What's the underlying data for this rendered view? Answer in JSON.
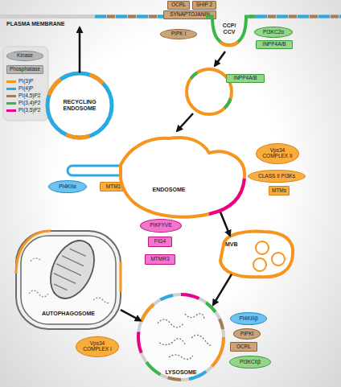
{
  "diagram": {
    "nodes": [
      {
        "text": [
          "PLASMA MEMBRANE"
        ]
      },
      {
        "text": [
          "OCRL"
        ]
      },
      {
        "text": [
          "SHIP 2"
        ]
      },
      {
        "text": [
          "SYNAPTOJANIN"
        ]
      },
      {
        "text": [
          "PIPK I"
        ]
      },
      {
        "text": [
          "PI3KC2α"
        ]
      },
      {
        "text": [
          "INPP4A/B"
        ]
      },
      {
        "text": [
          "CCP/ CCV"
        ]
      },
      {
        "text": [
          "RECYCLING ENDOSOME"
        ]
      },
      {
        "text": [
          "INPP4A/B"
        ]
      },
      {
        "text": [
          "PI4KIIα"
        ]
      },
      {
        "text": [
          "MTM1"
        ]
      },
      {
        "text": [
          "ENDOSOME"
        ]
      },
      {
        "text": [
          "Vps34 COMPLEX II"
        ]
      },
      {
        "text": [
          "CLASS II PI3Ks"
        ]
      },
      {
        "text": [
          "MTMs"
        ]
      },
      {
        "text": [
          "PIKFYVE"
        ]
      },
      {
        "text": [
          "FIG4"
        ]
      },
      {
        "text": [
          "MTMR3"
        ]
      },
      {
        "text": [
          "MVB"
        ]
      },
      {
        "text": [
          "AUTOPHAGOSOME"
        ]
      },
      {
        "text": [
          "Vps34 COMPLEX I"
        ]
      },
      {
        "text": [
          "LYSOSOME"
        ]
      },
      {
        "text": [
          "PI4KIIIβ"
        ]
      },
      {
        "text": [
          "PIPKI"
        ]
      },
      {
        "text": [
          "OCRL"
        ]
      },
      {
        "text": [
          "PI3KCIIβ"
        ]
      }
    ],
    "edges": [
      {
        "from": 8,
        "to": 0,
        "arrow": "to"
      },
      {
        "from": 12,
        "to": 19,
        "arrow": "to"
      },
      {
        "from": 19,
        "to": 22,
        "arrow": "to"
      },
      {
        "from": 20,
        "to": 22,
        "arrow": "to"
      }
    ],
    "legend": [
      {
        "text": "Kinase"
      },
      {
        "text": "Phosphatase"
      },
      {
        "text": "PI(3)P",
        "color": "#f7941d"
      },
      {
        "text": "PI(4)P",
        "color": "#29abe2"
      },
      {
        "text": "PI(4,5)P2",
        "color": "#a67c52"
      },
      {
        "text": "PI(3,4)P2",
        "color": "#39b54a"
      },
      {
        "text": "PI(3,5)P2",
        "color": "#ec008c"
      }
    ]
  }
}
